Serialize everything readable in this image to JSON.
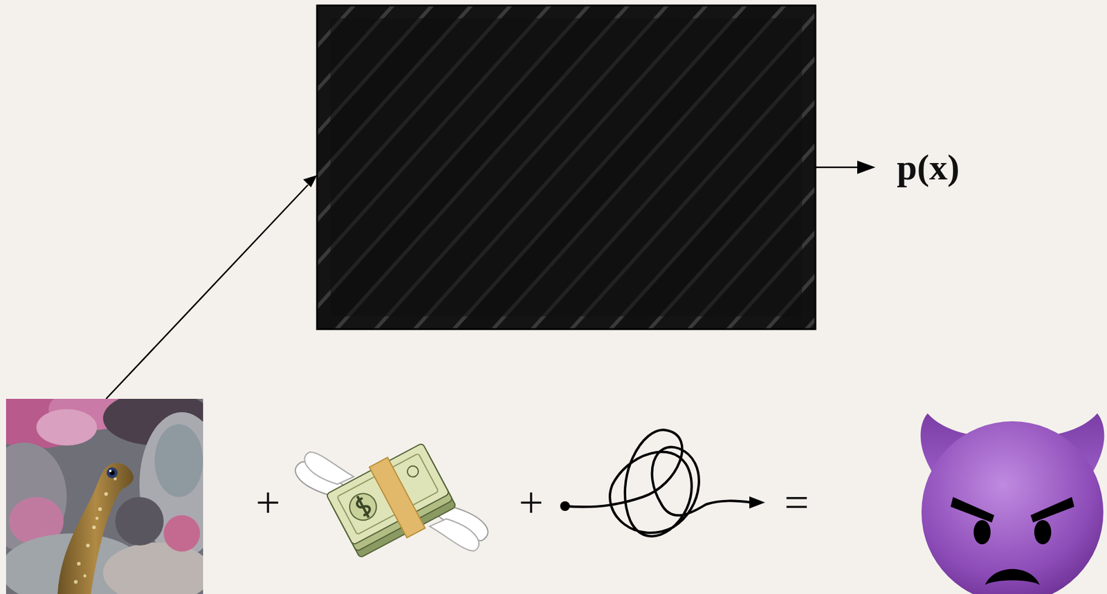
{
  "diagram": {
    "labels": [
      "p(x)",
      "+",
      "+",
      "="
    ]
  }
}
